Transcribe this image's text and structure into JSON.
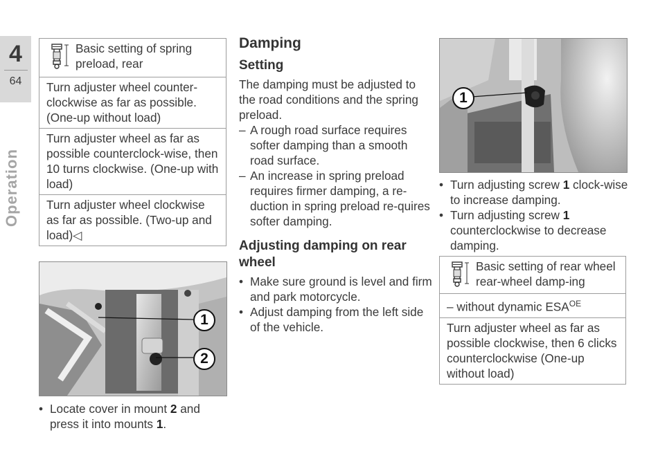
{
  "sidebar": {
    "chapter": "4",
    "page": "64",
    "section": "Operation"
  },
  "table_spring_preload": {
    "heading": "Basic setting of spring preload, rear",
    "rows": [
      "Turn adjuster wheel counter-clockwise as far as possible. (One-up without load)",
      "Turn adjuster wheel as far as possible counterclock-wise, then 10 turns clockwise. (One-up with load)",
      "Turn adjuster wheel clockwise as far as possible. (Two-up and load)◁"
    ]
  },
  "photo_left": {
    "callouts": [
      "1",
      "2"
    ]
  },
  "locate_cover": {
    "text_a": "Locate cover in mount ",
    "bold_a": "2",
    "text_b": " and press it into mounts ",
    "bold_b": "1",
    "text_c": "."
  },
  "damping": {
    "title": "Damping",
    "subtitle": "Setting",
    "intro": "The damping must be adjusted to the road conditions and the spring preload.",
    "dash_items": [
      "A rough road surface requires softer damping than a smooth road surface.",
      "An increase in spring preload requires firmer damping, a re-duction in spring preload re-quires softer damping."
    ],
    "adjust_heading": "Adjusting damping on rear wheel",
    "bullets": [
      "Make sure ground is level and firm and park motorcycle.",
      "Adjust damping from the left side of the vehicle."
    ]
  },
  "photo_right": {
    "callouts": [
      "1"
    ]
  },
  "adjust_screw": {
    "item1_a": "Turn adjusting screw ",
    "item1_bold": "1",
    "item1_b": " clock-wise to increase damping.",
    "item2_a": "Turn adjusting screw ",
    "item2_bold": "1",
    "item2_b": " counterclockwise to decrease damping."
  },
  "table_damping": {
    "heading": "Basic setting of rear wheel rear-wheel damp-ing",
    "row1": "– without dynamic ESA",
    "row1_sup": "OE",
    "row2": "Turn adjuster wheel as far as possible clockwise, then 6 clicks counterclockwise (One-up without load)"
  },
  "colors": {
    "text": "#3a3a3a",
    "tab": "#d9d9d9",
    "section": "#a5a5a5",
    "border": "#9c9c9c"
  },
  "icons": [
    "shock-absorber-icon",
    "bullet-icon",
    "dash-icon",
    "end-mark-icon"
  ]
}
